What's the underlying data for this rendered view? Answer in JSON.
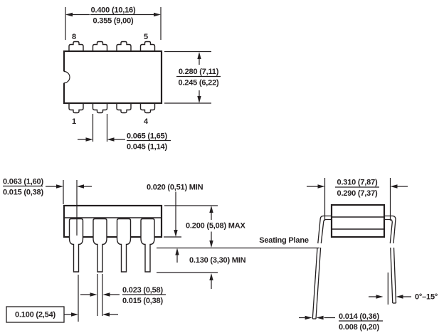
{
  "colors": {
    "line": "#231f20",
    "background": "#ffffff"
  },
  "top_view": {
    "pin_labels": {
      "top_left": "8",
      "top_right": "5",
      "bottom_left": "1",
      "bottom_right": "4"
    },
    "body_width": {
      "max": "0.400 (10,16)",
      "min": "0.355 (9,00)"
    },
    "body_length": {
      "max": "0.280 (7,11)",
      "min": "0.245 (6,22)"
    },
    "lead_shoulder_width": {
      "max": "0.065 (1,65)",
      "min": "0.045 (1,14)"
    }
  },
  "front_view": {
    "lead_to_body_edge": {
      "max": "0.063 (1,60)",
      "min": "0.015 (0,38)"
    },
    "standoff": "0.020 (0,51) MIN",
    "package_height": "0.200 (5,08) MAX",
    "seating_plane_label": "Seating Plane",
    "lead_length": "0.130 (3,30) MIN",
    "lead_tip_width": {
      "max": "0.023 (0,58)",
      "min": "0.015 (0,38)"
    },
    "lead_pitch": "0.100 (2,54)"
  },
  "end_view": {
    "row_spacing": {
      "max": "0.310 (7,87)",
      "min": "0.290 (7,37)"
    },
    "lead_angle": "0°–15°",
    "lead_thickness": {
      "max": "0.014 (0,36)",
      "min": "0.008 (0,20)"
    }
  }
}
